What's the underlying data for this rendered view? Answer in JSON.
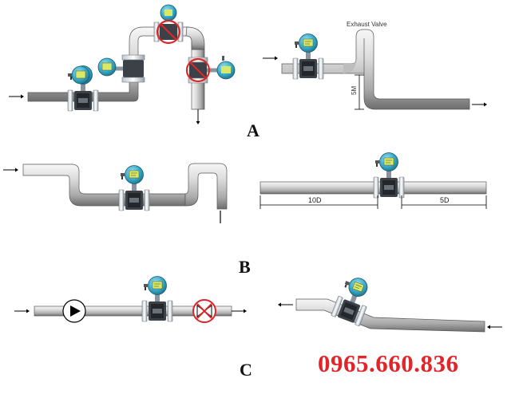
{
  "labels": {
    "a": "A",
    "b": "B",
    "c": "C"
  },
  "annotations": {
    "exhaust_valve": "Exhaust Valve",
    "height": "5M",
    "upstream": "10D",
    "downstream": "5D"
  },
  "contact": {
    "phone": "0965.660.836"
  },
  "colors": {
    "pipe_top": "#f4f4f4",
    "pipe_mid": "#c9c9c9",
    "pipe_bottom": "#7a7a7a",
    "transmitter": "#3aaecb",
    "display": "#d8e86a",
    "prohibited": "#d9282a",
    "phone_text": "#e0262a"
  },
  "icons": [
    "flow-arrow-icon",
    "pump-icon",
    "valve-icon",
    "prohibited-icon",
    "flowmeter-icon"
  ]
}
